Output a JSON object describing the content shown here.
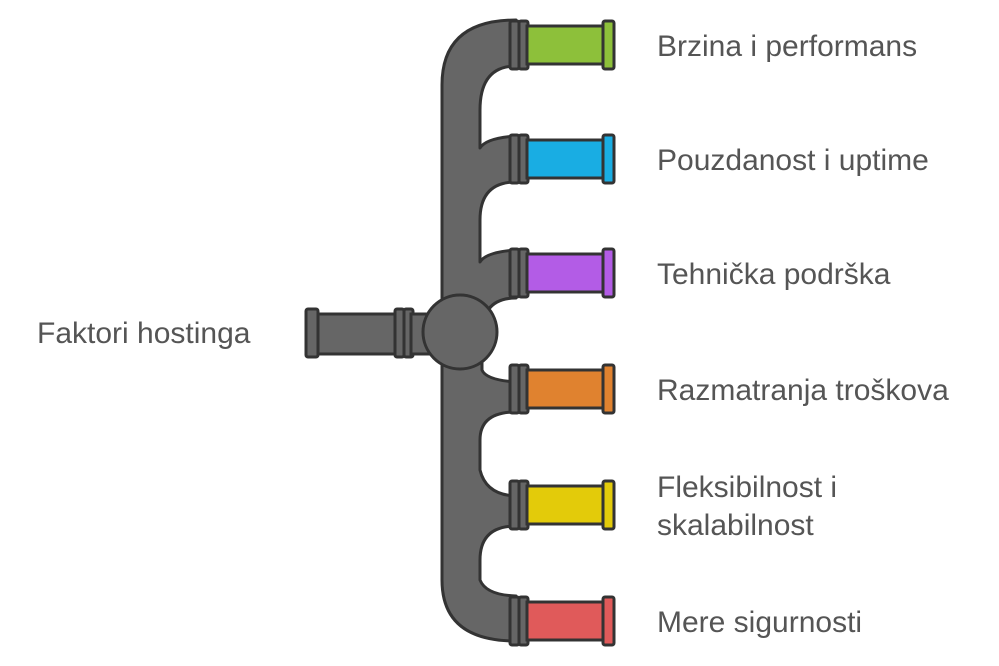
{
  "diagram": {
    "source_label": "Faktori hostinga",
    "outputs": [
      {
        "label_lines": [
          "Brzina i performans"
        ],
        "color": "#8DC03A"
      },
      {
        "label_lines": [
          "Pouzdanost i uptime"
        ],
        "color": "#19ADE3"
      },
      {
        "label_lines": [
          "Tehnička podrška"
        ],
        "color": "#B35CE6"
      },
      {
        "label_lines": [
          "Razmatranja troškova"
        ],
        "color": "#E0822F"
      },
      {
        "label_lines": [
          "Fleksibilnost i",
          "skalabilnost"
        ],
        "color": "#E3CB0A"
      },
      {
        "label_lines": [
          "Mere sigurnosti"
        ],
        "color": "#E05A5A"
      }
    ],
    "pipe_color": "#666666",
    "outline_color": "#333333"
  }
}
